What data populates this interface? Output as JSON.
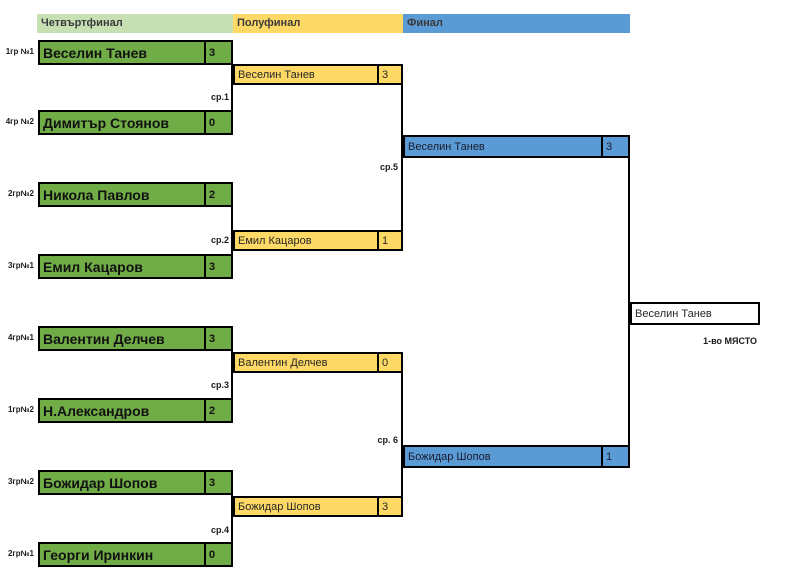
{
  "header": {
    "columns": [
      {
        "label": "Четвъртфинал",
        "color": "#c6e0b4"
      },
      {
        "label": "Полуфинал",
        "color": "#ffd966"
      },
      {
        "label": "Финал",
        "color": "#5b9bd5"
      }
    ]
  },
  "colors": {
    "quarterfinal_box": "#70ad47",
    "semifinal_box": "#ffd966",
    "final_box": "#5b9bd5",
    "winner_box": "#ffffff",
    "border": "#000000"
  },
  "bracket": {
    "quarterfinals": [
      {
        "seed": "1гр №1",
        "name": "Веселин Танев",
        "score": "3"
      },
      {
        "seed": "4гр №2",
        "name": "Димитър Стоянов",
        "score": "0"
      },
      {
        "seed": "2гр№2",
        "name": "Никола Павлов",
        "score": "2"
      },
      {
        "seed": "3гр№1",
        "name": "Емил Кацаров",
        "score": "3"
      },
      {
        "seed": "4гр№1",
        "name": "Валентин Делчев",
        "score": "3"
      },
      {
        "seed": "1гр№2",
        "name": "Н.Александров",
        "score": "2"
      },
      {
        "seed": "3гр№2",
        "name": "Божидар Шопов",
        "score": "3"
      },
      {
        "seed": "2гр№1",
        "name": "Георги Иринкин",
        "score": "0"
      }
    ],
    "semifinals": [
      {
        "name": "Веселин Танев",
        "score": "3"
      },
      {
        "name": "Емил Кацаров",
        "score": "1"
      },
      {
        "name": "Валентин Делчев",
        "score": "0"
      },
      {
        "name": "Божидар Шопов",
        "score": "3"
      }
    ],
    "final": [
      {
        "name": "Веселин Танев",
        "score": "3"
      },
      {
        "name": "Божидар Шопов",
        "score": "1"
      }
    ],
    "winner": {
      "name": "Веселин Танев",
      "place_label": "1-во МЯСТО"
    },
    "match_labels": [
      "ср.1",
      "ср.2",
      "ср.3",
      "ср.4",
      "ср.5",
      "ср. 6"
    ]
  }
}
